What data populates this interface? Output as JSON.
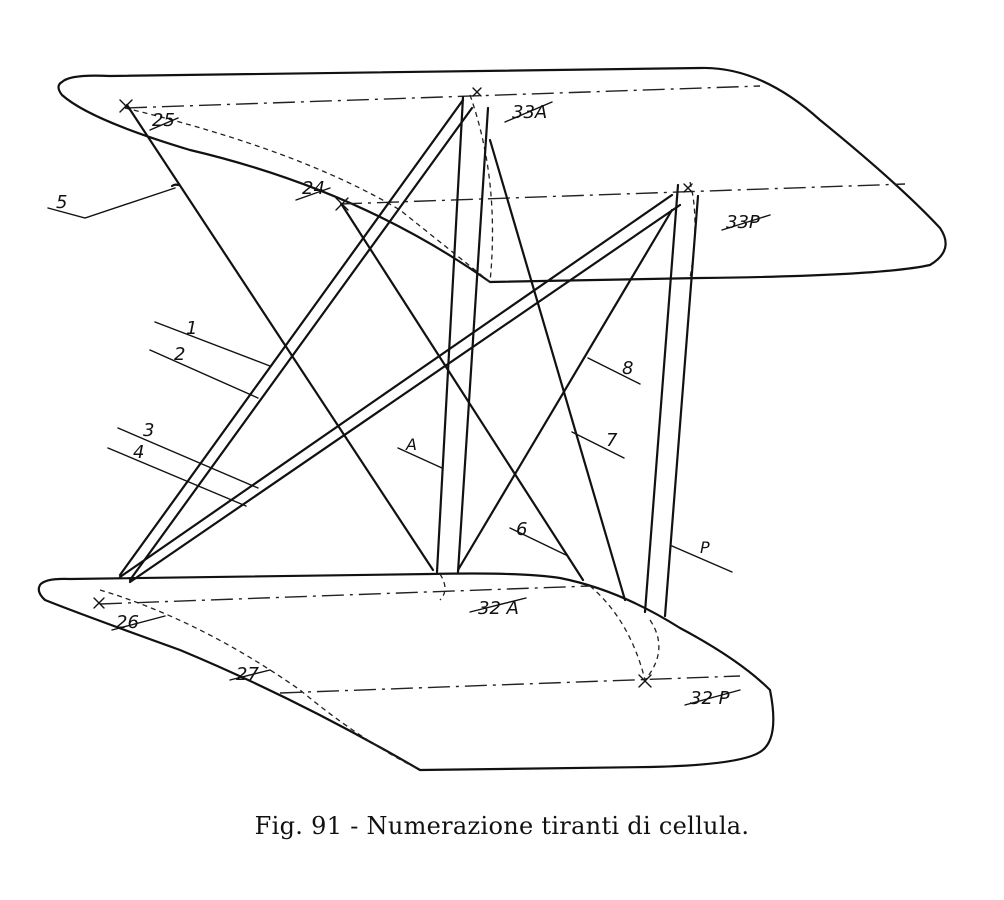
{
  "caption": "Fig. 91 - Numerazione tiranti di cellula.",
  "labels": {
    "l1": "1",
    "l2": "2",
    "l3": "3",
    "l4": "4",
    "l5": "5",
    "l6": "6",
    "l7": "7",
    "l8": "8",
    "lA": "A",
    "lP": "P",
    "l24": "24",
    "l25": "25",
    "l26": "26",
    "l27": "27",
    "l33A": "33A",
    "l33P": "33P",
    "l32A": "32 A",
    "l32P": "32 P"
  }
}
